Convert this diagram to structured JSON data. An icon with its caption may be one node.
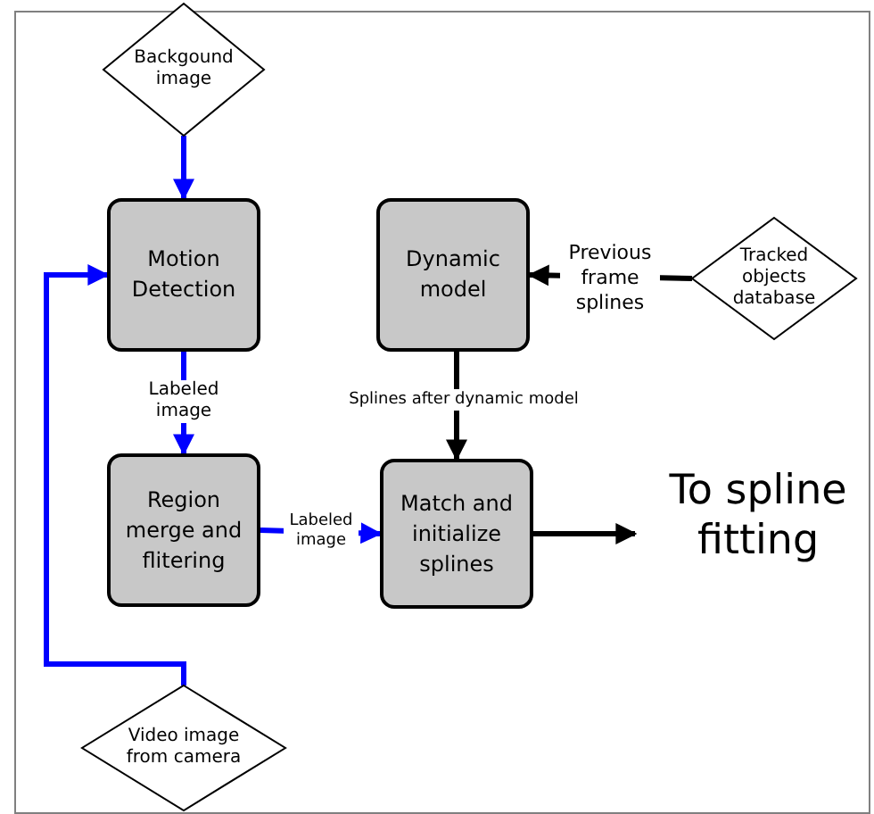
{
  "diagram": {
    "nodes": [
      {
        "text": [
          "Backgound image"
        ]
      },
      {
        "text": [
          "Motion Detection"
        ]
      },
      {
        "text": [
          "Region merge and flitering"
        ]
      },
      {
        "text": [
          "Dynamic model"
        ]
      },
      {
        "text": [
          "Tracked objects database"
        ]
      },
      {
        "text": [
          "Match and initialize splines"
        ]
      },
      {
        "text": [
          "Video image from camera"
        ]
      },
      {
        "text": [
          "To spline fitting"
        ]
      }
    ],
    "edges": [
      {
        "from": 0,
        "to": 1,
        "arrow": "to"
      },
      {
        "from": 6,
        "to": 1,
        "arrow": "to"
      },
      {
        "from": 1,
        "to": 2,
        "arrow": "to",
        "label": "Labeled image"
      },
      {
        "from": 2,
        "to": 5,
        "arrow": "to",
        "label": "Labeled image"
      },
      {
        "from": 4,
        "to": 3,
        "arrow": "to",
        "label": "Previous frame splines",
        "color": "#000000"
      },
      {
        "from": 3,
        "to": 5,
        "arrow": "to",
        "label": "Splines after dynamic model",
        "color": "#000000"
      },
      {
        "from": 5,
        "to": 7,
        "arrow": "to",
        "color": "#000000"
      }
    ]
  }
}
